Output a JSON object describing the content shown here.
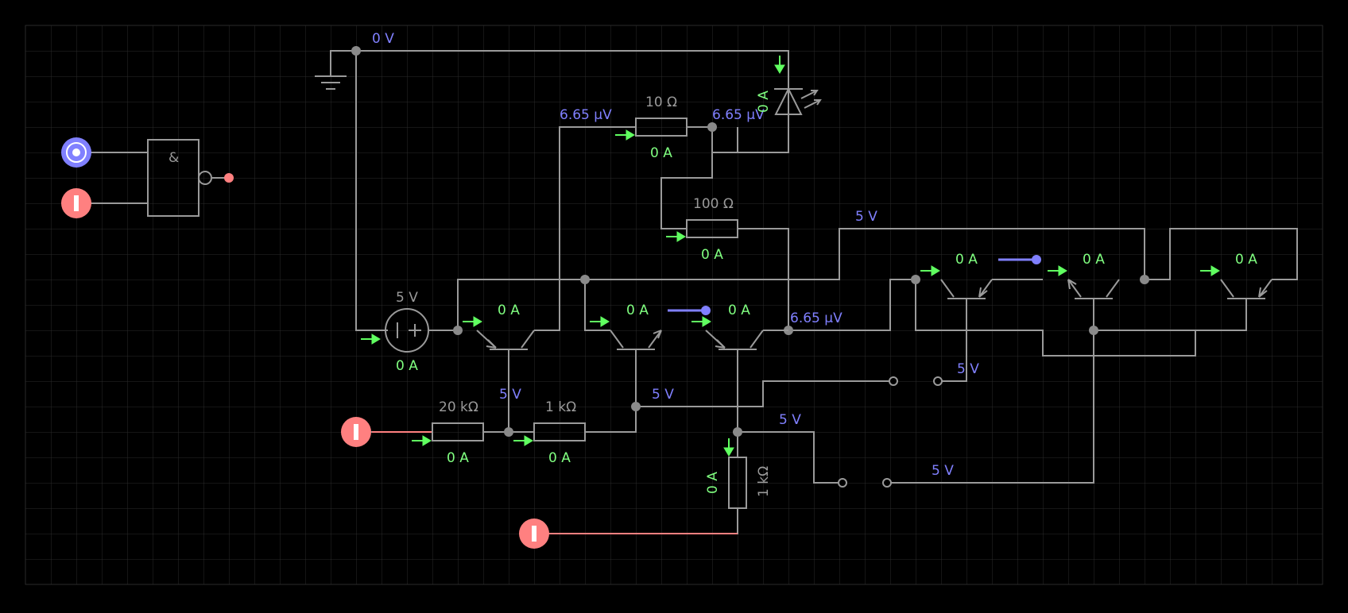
{
  "colors": {
    "background": "#000000",
    "grid": "#2a2a2a",
    "wire": "#9a9a9a",
    "voltage_text": "#8080ff",
    "current_text": "#80ff80",
    "current_arrow": "#60ff60",
    "input_high": "#8080ff",
    "input_low": "#ff8080",
    "low_wire": "#ff8080",
    "high_wire": "#8080ff"
  },
  "gate": {
    "symbol": "&"
  },
  "labels": {
    "ground_voltage": "0 V",
    "source_value": "5 V",
    "source_current": "0 A",
    "r10_value": "10 Ω",
    "r10_current": "0 A",
    "r10_left_voltage": "6.65 µV",
    "r10_right_voltage": "6.65 µV",
    "led_current": "0 A",
    "r100_value": "100 Ω",
    "r100_current": "0 A",
    "r20k_value": "20 kΩ",
    "r20k_current": "0 A",
    "r1k_value": "1 kΩ",
    "r1k_current": "0 A",
    "r1k_vert_value": "1 kΩ",
    "r1k_vert_current": "0 A",
    "q1_current": "0 A",
    "q1_collector_voltage": "5 V",
    "q2_current": "0 A",
    "q2_emitter_voltage": "5 V",
    "q3_current": "0 A",
    "q3_base_voltage": "6.65 µV",
    "node_voltage_5v_a": "5 V",
    "top_wire_voltage": "5 V",
    "q4_current": "0 A",
    "q5_current": "0 A",
    "q6_current": "0 A",
    "switch1_voltage": "5 V",
    "switch2_voltage": "5 V"
  },
  "icons": {
    "ground": "ground-icon",
    "voltage_source": "dc-source-icon",
    "led": "led-icon",
    "input_high": "logic-input-high-icon",
    "input_low": "logic-input-low-icon",
    "probe": "probe-icon"
  }
}
